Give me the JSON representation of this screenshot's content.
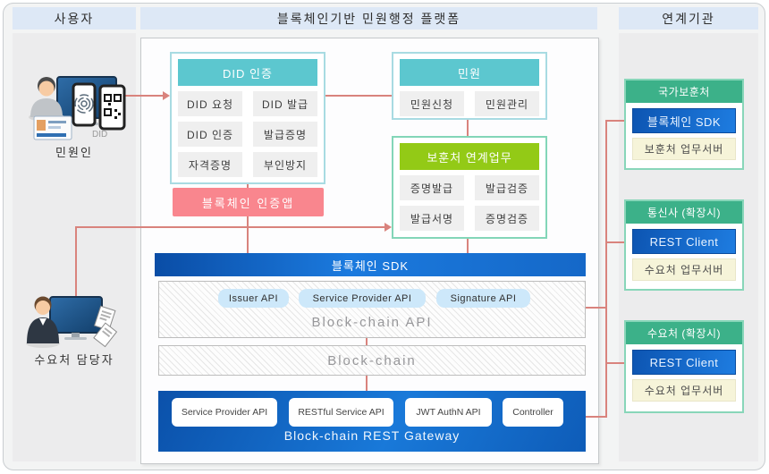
{
  "headers": {
    "user": "사용자",
    "platform": "블록체인기반 민원행정 플랫폼",
    "org": "연계기관"
  },
  "actors": {
    "citizen": {
      "label": "민원인",
      "badge": "DID"
    },
    "manager": {
      "label": "수요처 담당자"
    }
  },
  "did_auth": {
    "title": "DID 인증",
    "cells": [
      "DID 요청",
      "DID 발급",
      "DID 인증",
      "발급증명",
      "자격증명",
      "부인방지"
    ]
  },
  "minwon": {
    "title": "민원",
    "cells": [
      "민원신청",
      "민원관리"
    ]
  },
  "bohuncheo": {
    "title": "보훈처 연계업무",
    "cells": [
      "증명발급",
      "발급검증",
      "발급서명",
      "증명검증"
    ]
  },
  "auth_app": {
    "label": "블록체인 인증앱"
  },
  "sdk_bar": {
    "label": "블록체인 SDK"
  },
  "blockchain_api": {
    "label": "Block-chain API",
    "pills": [
      "Issuer API",
      "Service Provider API",
      "Signature API"
    ]
  },
  "blockchain": {
    "label": "Block-chain"
  },
  "gateway": {
    "label": "Block-chain REST Gateway",
    "pills": [
      "Service Provider API",
      "RESTful Service API",
      "JWT AuthN API",
      "Controller"
    ]
  },
  "org_boxes": [
    {
      "title": "국가보훈처",
      "top": "블록체인 SDK",
      "bottom": "보훈처 업무서버"
    },
    {
      "title": "통신사 (확장시)",
      "top": "REST Client",
      "bottom": "수요처 업무서버"
    },
    {
      "title": "수요처 (확장시)",
      "top": "REST Client",
      "bottom": "수요처 업무서버"
    }
  ],
  "colors": {
    "header_bg": "#dde8f6",
    "teal": "#5cc7cf",
    "lime": "#93ca16",
    "pink": "#f9868e",
    "blue_dark": "#0c53ad",
    "blue_light": "#1b7ade",
    "green": "#3cb189",
    "mint_border": "#88d6b9",
    "yellow_bg": "#f6f4d9",
    "line": "#d9837d"
  }
}
